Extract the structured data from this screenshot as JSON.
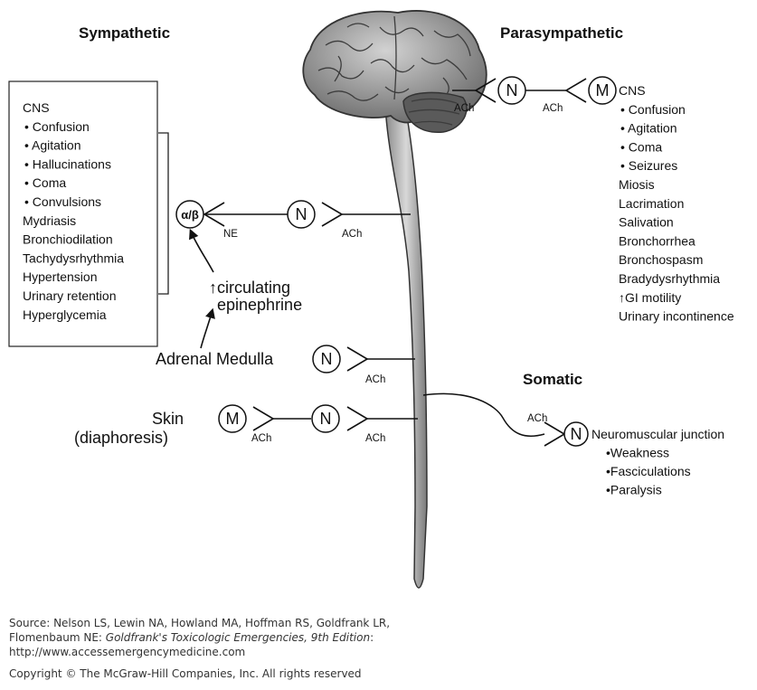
{
  "headings": {
    "sympathetic": "Sympathetic",
    "parasympathetic": "Parasympathetic",
    "somatic": "Somatic"
  },
  "sympathetic_effects": [
    "CNS",
    "• Confusion",
    "• Agitation",
    "• Hallucinations",
    "• Coma",
    "• Convulsions",
    "Mydriasis",
    "Bronchiodilation",
    "Tachydysrhythmia",
    "Hypertension",
    "Urinary retention",
    "Hyperglycemia"
  ],
  "parasympathetic_effects": [
    "CNS",
    "• Confusion",
    "• Agitation",
    "• Coma",
    "• Seizures",
    "Miosis",
    "Lacrimation",
    "Salivation",
    "Bronchorrhea",
    "Bronchospasm",
    "Bradydysrhythmia",
    "↑GI motility",
    "Urinary incontinence"
  ],
  "somatic_effects": [
    "Neuromuscular junction",
    "•Weakness",
    "•Fasciculations",
    "•Paralysis"
  ],
  "receptors": {
    "nicotinic": "N",
    "muscarinic": "M",
    "adrenergic": "α/β"
  },
  "transmitters": {
    "ach": "ACh",
    "ne": "NE"
  },
  "labels": {
    "circulating_line1": "↑circulating",
    "circulating_line2": "epinephrine",
    "adrenal_medulla": "Adrenal Medulla",
    "skin_line1": "Skin",
    "skin_line2": "(diaphoresis)"
  },
  "source": {
    "line1": "Source: Nelson LS, Lewin NA, Howland MA, Hoffman RS, Goldfrank LR,",
    "line2_prefix": "Flomenbaum NE: ",
    "line2_title": "Goldfrank's Toxicologic Emergencies, 9th Edition",
    "line2_suffix": ":",
    "line3": "http://www.accessemergencymedicine.com",
    "copyright": "Copyright © The McGraw-Hill Companies, Inc. All rights reserved"
  }
}
